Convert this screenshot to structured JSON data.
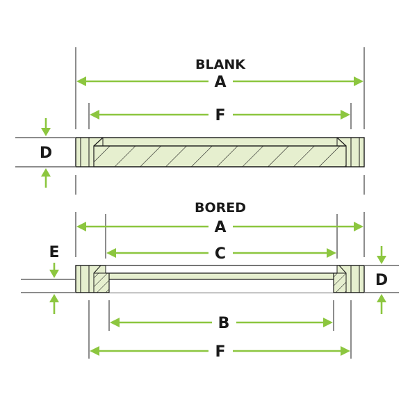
{
  "blank": {
    "title": "BLANK",
    "label_a": "A",
    "label_f": "F",
    "label_d": "D"
  },
  "bored": {
    "title": "BORED",
    "label_a": "A",
    "label_c": "C",
    "label_b": "B",
    "label_f": "F",
    "label_d": "D",
    "label_e": "E"
  },
  "colors": {
    "arrow": "#8cc63f",
    "fill": "#e6efcf",
    "line": "#1a1a1a"
  }
}
